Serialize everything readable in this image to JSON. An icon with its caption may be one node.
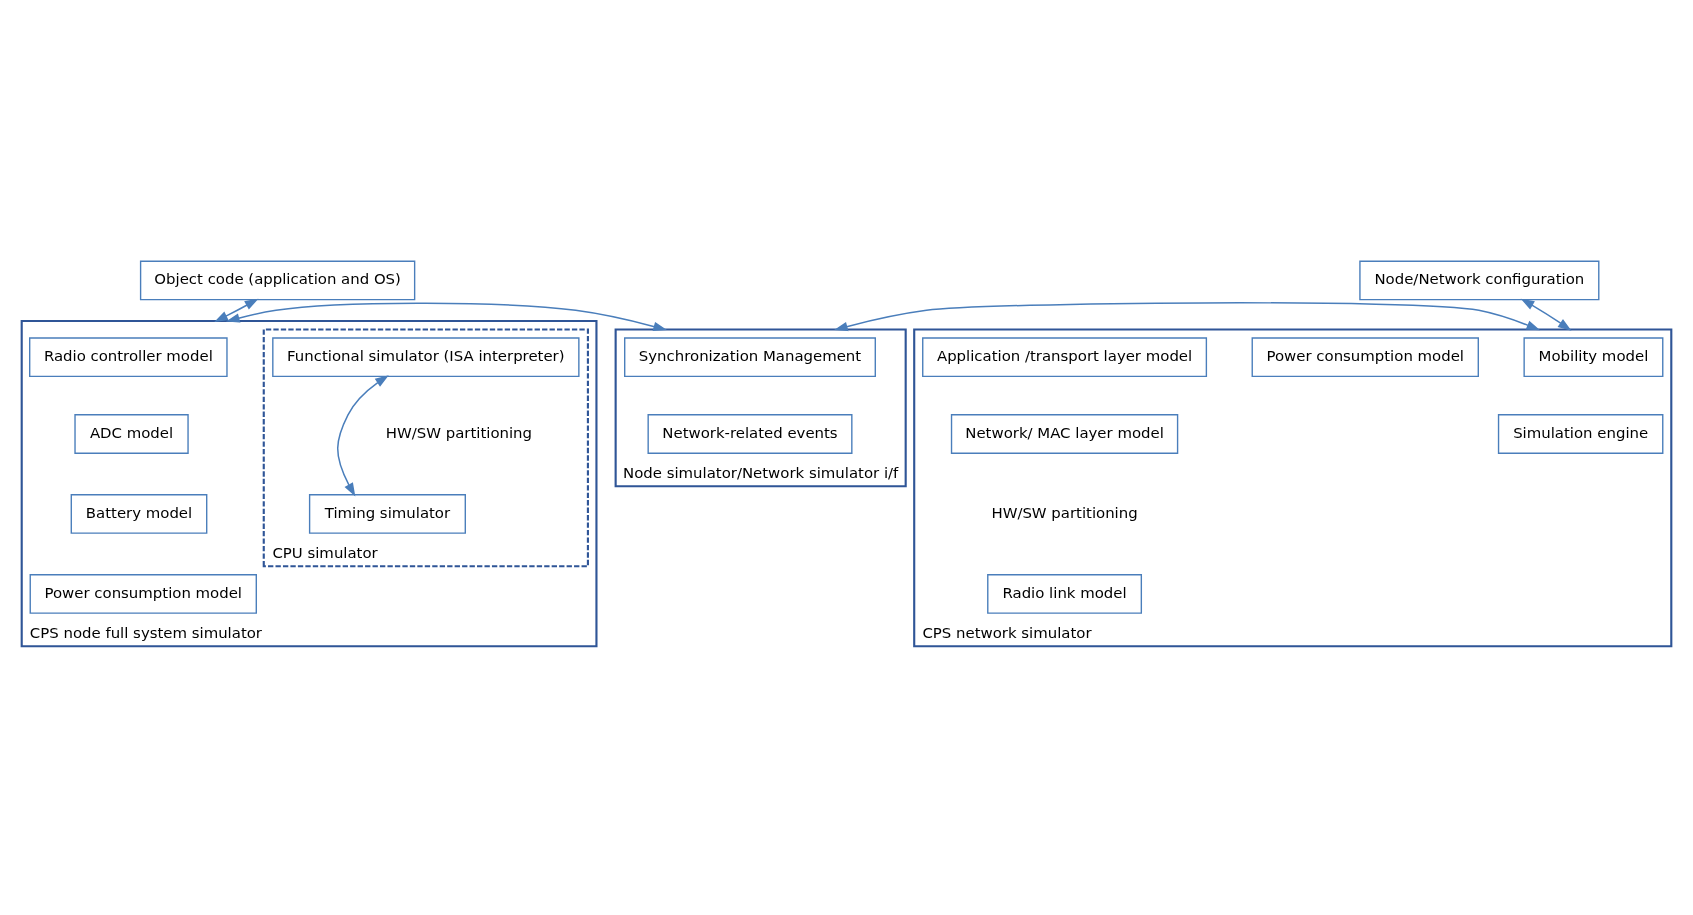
{
  "diagram": {
    "nodes": [
      {
        "text": [
          "Object code (application and OS)"
        ]
      },
      {
        "text": [
          "Node/Network configuration"
        ]
      },
      {
        "text": [
          "CPS node full system simulator"
        ]
      },
      {
        "text": [
          "Radio controller model"
        ],
        "in": 2
      },
      {
        "text": [
          "ADC model"
        ],
        "in": 2
      },
      {
        "text": [
          "Battery model"
        ],
        "in": 2
      },
      {
        "text": [
          "Power consumption model"
        ],
        "in": 2
      },
      {
        "text": [
          "CPU simulator"
        ],
        "in": 2
      },
      {
        "text": [
          "Functional simulator (ISA interpreter)"
        ],
        "in": 7
      },
      {
        "text": [
          "Timing simulator"
        ],
        "in": 7
      },
      {
        "text": [
          "Node simulator/Network simulator i/f"
        ]
      },
      {
        "text": [
          "Synchronization Management"
        ],
        "in": 10
      },
      {
        "text": [
          "Network-related events"
        ],
        "in": 10
      },
      {
        "text": [
          "CPS network simulator"
        ]
      },
      {
        "text": [
          "Mobility model"
        ],
        "in": 13
      },
      {
        "text": [
          "Simulation engine"
        ],
        "in": 13
      },
      {
        "text": [
          "Power consumption model"
        ],
        "in": 13
      },
      {
        "text": [
          "Application /transport layer model"
        ],
        "in": 13
      },
      {
        "text": [
          "Network/ MAC layer model"
        ],
        "in": 13
      },
      {
        "text": [
          "Radio link model"
        ],
        "in": 13
      }
    ],
    "edges": [
      {
        "from": 0,
        "to": 2,
        "arrow": "both"
      },
      {
        "from": 1,
        "to": 13,
        "arrow": "both"
      },
      {
        "from": 8,
        "to": 9,
        "arrow": "both"
      },
      {
        "from": 2,
        "to": 10,
        "arrow": "both"
      },
      {
        "from": 10,
        "to": 13,
        "arrow": "both"
      }
    ],
    "labels": [
      "HW/SW partitioning",
      "HW/SW partitioning"
    ]
  }
}
